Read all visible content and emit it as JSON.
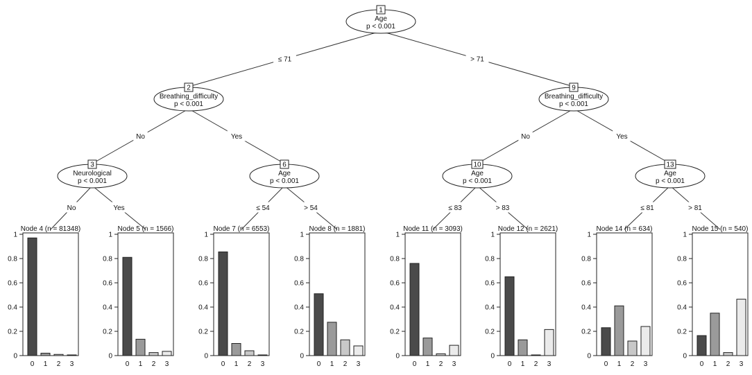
{
  "tree": {
    "inner_nodes": [
      {
        "id": "1",
        "var": "Age",
        "p": "p < 0.001"
      },
      {
        "id": "2",
        "var": "Breathing_difficulty",
        "p": "p < 0.001"
      },
      {
        "id": "3",
        "var": "Neurological",
        "p": "p < 0.001"
      },
      {
        "id": "6",
        "var": "Age",
        "p": "p < 0.001"
      },
      {
        "id": "9",
        "var": "Breathing_difficulty",
        "p": "p < 0.001"
      },
      {
        "id": "10",
        "var": "Age",
        "p": "p < 0.001"
      },
      {
        "id": "13",
        "var": "Age",
        "p": "p < 0.001"
      }
    ],
    "edges": [
      {
        "from": "1",
        "to": "2",
        "label": "≤ 71"
      },
      {
        "from": "1",
        "to": "9",
        "label": "> 71"
      },
      {
        "from": "2",
        "to": "3",
        "label": "No"
      },
      {
        "from": "2",
        "to": "6",
        "label": "Yes"
      },
      {
        "from": "9",
        "to": "10",
        "label": "No"
      },
      {
        "from": "9",
        "to": "13",
        "label": "Yes"
      },
      {
        "from": "3",
        "to": "4",
        "label": "No"
      },
      {
        "from": "3",
        "to": "5",
        "label": "Yes"
      },
      {
        "from": "6",
        "to": "7",
        "label": "≤ 54"
      },
      {
        "from": "6",
        "to": "8",
        "label": "> 54"
      },
      {
        "from": "10",
        "to": "11",
        "label": "≤ 83"
      },
      {
        "from": "10",
        "to": "12",
        "label": "> 83"
      },
      {
        "from": "13",
        "to": "14",
        "label": "≤ 81"
      },
      {
        "from": "13",
        "to": "15",
        "label": "> 81"
      }
    ],
    "terminal_nodes": [
      {
        "id": "4",
        "title": "Node 4 (n = 81348)",
        "values": [
          0.97,
          0.02,
          0.01,
          0.005
        ]
      },
      {
        "id": "5",
        "title": "Node 5 (n = 1566)",
        "values": [
          0.81,
          0.135,
          0.025,
          0.035
        ]
      },
      {
        "id": "7",
        "title": "Node 7 (n = 6553)",
        "values": [
          0.855,
          0.1,
          0.04,
          0.005
        ]
      },
      {
        "id": "8",
        "title": "Node 8 (n = 1881)",
        "values": [
          0.51,
          0.275,
          0.13,
          0.08
        ]
      },
      {
        "id": "11",
        "title": "Node 11 (n = 3093)",
        "values": [
          0.76,
          0.145,
          0.015,
          0.085
        ]
      },
      {
        "id": "12",
        "title": "Node 12 (n = 2621)",
        "values": [
          0.65,
          0.13,
          0.005,
          0.215
        ]
      },
      {
        "id": "14",
        "title": "Node 14 (n = 634)",
        "values": [
          0.23,
          0.41,
          0.12,
          0.24
        ]
      },
      {
        "id": "15",
        "title": "Node 15 (n = 540)",
        "values": [
          0.165,
          0.35,
          0.025,
          0.465
        ]
      }
    ],
    "categories": [
      "0",
      "1",
      "2",
      "3"
    ],
    "y_ticks": [
      "0",
      "0.2",
      "0.4",
      "0.6",
      "0.8",
      "1"
    ],
    "y_range": [
      0,
      1
    ],
    "bar_colors": [
      "#4a4a4a",
      "#9a9a9a",
      "#c8c8c8",
      "#ebebeb"
    ]
  }
}
